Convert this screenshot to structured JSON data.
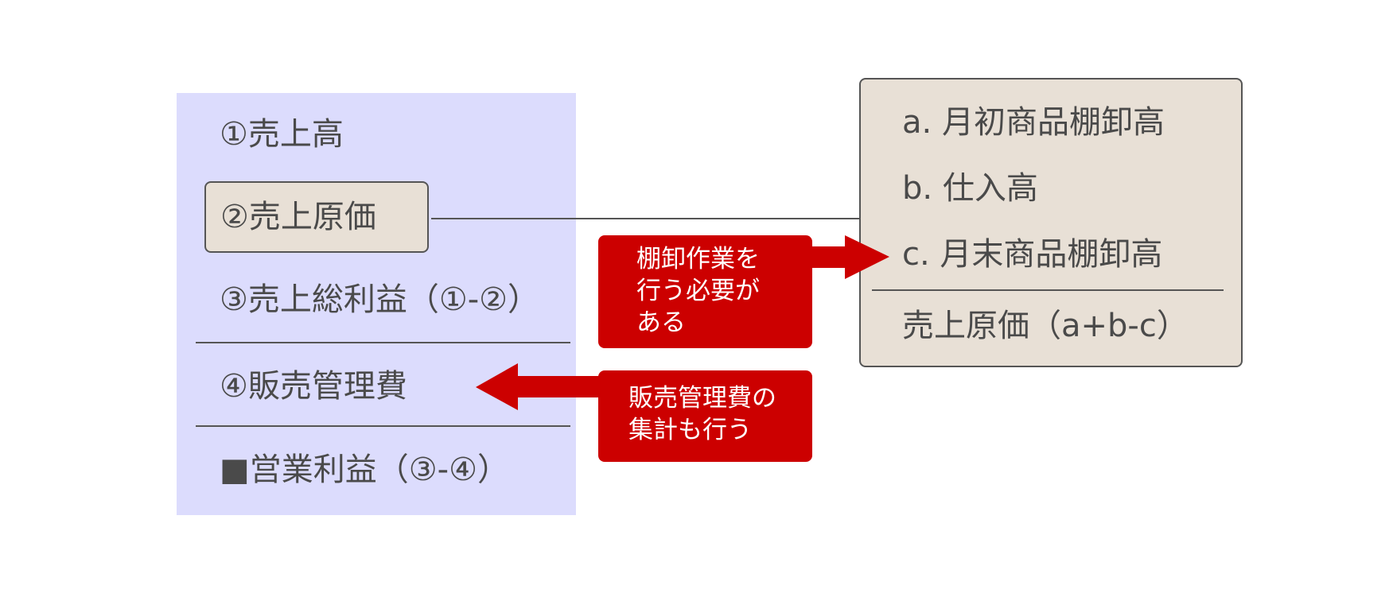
{
  "income_statement": {
    "sales": "①売上高",
    "cost_of_sales": "②売上原価",
    "gross_profit": "③売上総利益（①-②）",
    "sga": "④販売管理費",
    "operating_profit": "■営業利益（③-④）"
  },
  "cogs_breakdown": {
    "opening_inventory": "a. 月初商品棚卸高",
    "purchases": "b. 仕入高",
    "closing_inventory": "c. 月末商品棚卸高",
    "total": "売上原価（a+b-c）"
  },
  "callouts": {
    "inventory_note": [
      "棚卸作業を",
      "行う必要が",
      "ある"
    ],
    "sga_note": [
      "販売管理費の",
      "集計も行う"
    ]
  },
  "colors": {
    "panel_background": "#dcdcfd",
    "box_background": "#e8e0d6",
    "callout_red": "#cc0000",
    "text": "#4a4a4a",
    "line": "#555555"
  }
}
